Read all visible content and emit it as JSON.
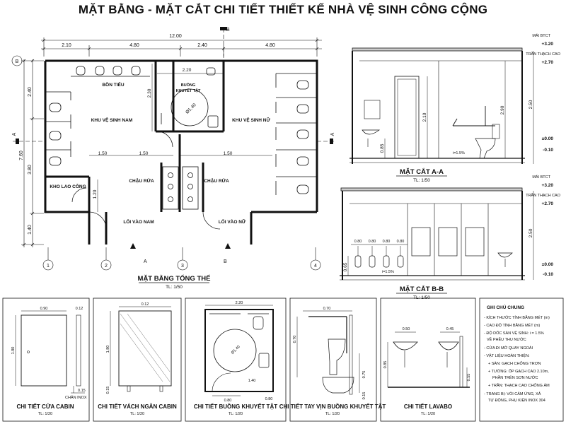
{
  "title": "MẶT BẰNG - MẶT CẮT CHI TIẾT THIẾT KẾ NHÀ VỆ SINH CÔNG CỘNG",
  "plan": {
    "title": "MẶT BẰNG TỔNG THỂ",
    "scale": "TL: 1/50",
    "dim_total": "12.00",
    "dims_top": [
      "2.10",
      "4.80",
      "2.40",
      "4.80"
    ],
    "dims_left": [
      "2.40",
      "3.80",
      "1.40"
    ],
    "dim_left_total": "7.60",
    "dim_220": "2.20",
    "dim_230": "2.30",
    "dims_mid": [
      "1.50",
      "1.50",
      "1.50"
    ],
    "dim_120": "1.20",
    "circle_dia": "Ø1.40",
    "axes_bottom": [
      "1",
      "2",
      "3",
      "4"
    ],
    "axis_b": "B",
    "cut_a": "A",
    "cut_b": "B",
    "rooms": {
      "urinal": "BỒN TIỂU",
      "male": "KHU VỆ SINH NAM",
      "female": "KHU VỆ SINH NỮ",
      "disabled": "BUỒNG\nKHUYẾT TẬT",
      "disabled_l1": "BUỒNG",
      "disabled_l2": "KHUYẾT TẬT",
      "janitor": "KHO LAO CÔNG",
      "sink_left": "CHẬU RỬA",
      "sink_right": "CHẬU RỬA",
      "entry_male": "LỐI VÀO NAM",
      "entry_female": "LỐI VÀO NỮ"
    }
  },
  "section_aa": {
    "title": "MẶT CẮT A-A",
    "scale": "TL: 1/50",
    "label_btct": "MÁI BTCT",
    "level_320": "+3.20",
    "label_ceiling": "TRẦN THẠCH CAO",
    "level_270": "+2.70",
    "level_000": "±0.00",
    "level_010": "-0.10",
    "dim_250": "2.50",
    "dim_210": "2.10",
    "dim_290": "2.90",
    "dim_085": "0.85",
    "slope": "i=1.5%"
  },
  "section_bb": {
    "title": "MẶT CẮT B-B",
    "scale": "TL: 1/50",
    "label_btct": "MÁI BTCT",
    "level_320": "+3.20",
    "label_ceiling": "TRẦN THẠCH CAO",
    "level_270": "+2.70",
    "level_000": "±0.00",
    "level_010": "-0.10",
    "dim_250": "2.50",
    "dims_080": [
      "0.80",
      "0.80",
      "0.80",
      "0.80"
    ],
    "dim_065": "0.65",
    "slope": "i=1.5%"
  },
  "details": {
    "door": {
      "title": "CHI TIẾT CỬA CABIN",
      "scale": "TL: 1/20",
      "w": "0.90",
      "t": "0.12",
      "h": "1.80",
      "b": "0.15",
      "foot": "CHÂN INOX"
    },
    "partition": {
      "title": "CHI TIẾT VÁCH NGĂN CABIN",
      "scale": "TL: 1/20",
      "t": "0.12",
      "h": "1.80",
      "b": "0.15"
    },
    "booth": {
      "title": "CHI TIẾT BUỒNG KHUYẾT TẬT",
      "scale": "TL: 1/20",
      "w": "2.20",
      "dia": "Ø1.40",
      "d1": "0.80",
      "d2": "1.40",
      "d3": "0.80"
    },
    "grab": {
      "title": "CHI TIẾT TAY VỊN BUỒNG KHUYẾT TẬT",
      "scale": "TL: 1/20",
      "w": "0.70",
      "h1": "0.70",
      "h2": "0.75",
      "h3": "0.15"
    },
    "lavabo": {
      "title": "CHI TIẾT LAVABO",
      "scale": "TL: 1/20",
      "w1": "0.50",
      "w2": "0.45",
      "h1": "0.85",
      "h2": "0.55"
    }
  },
  "notes": {
    "title": "GHI CHÚ CHUNG",
    "lines": [
      "- KÍCH THƯỚC TÍNH BẰNG MÉT (m)",
      "- CAO ĐỘ TÍNH BẰNG MÉT (m)",
      "- ĐỘ DỐC SÀN VỆ SINH: i = 1.5%",
      "VỀ PHỄU THU NƯỚC",
      "- CỬA ĐI MỞ QUAY NGOÀI",
      "- VẬT LIỆU HOÀN THIỆN:",
      "+ SÀN: GẠCH CHỐNG TRƠN",
      "+ TƯỜNG: ỐP GẠCH CAO 2.10m,",
      "PHẦN TRÊN SƠN NƯỚC",
      "+ TRẦN: THẠCH CAO CHỐNG ẨM",
      "- TRANG BỊ: VÒI CẢM ỨNG, XẢ",
      "TỰ ĐỘNG, PHỤ KIỆN INOX 304"
    ]
  }
}
